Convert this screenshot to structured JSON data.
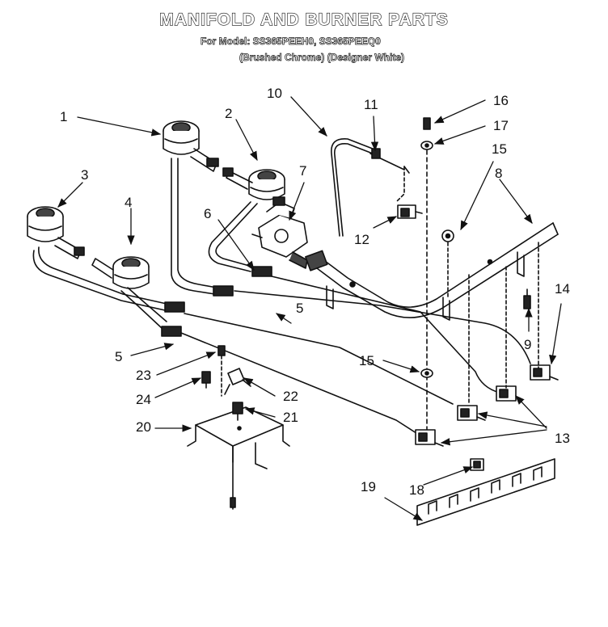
{
  "title": "MANIFOLD AND BURNER PARTS",
  "model_line": "For Model: SS365PEEH0, SS365PEEQ0",
  "finish_line": "(Brushed Chrome) (Designer White)",
  "callouts": [
    {
      "id": "c1",
      "text": "1"
    },
    {
      "id": "c2",
      "text": "2"
    },
    {
      "id": "c3",
      "text": "3"
    },
    {
      "id": "c4",
      "text": "4"
    },
    {
      "id": "c5a",
      "text": "5"
    },
    {
      "id": "c5b",
      "text": "5"
    },
    {
      "id": "c6",
      "text": "6"
    },
    {
      "id": "c7",
      "text": "7"
    },
    {
      "id": "c8",
      "text": "8"
    },
    {
      "id": "c9",
      "text": "9"
    },
    {
      "id": "c10",
      "text": "10"
    },
    {
      "id": "c11",
      "text": "11"
    },
    {
      "id": "c12",
      "text": "12"
    },
    {
      "id": "c13",
      "text": "13"
    },
    {
      "id": "c14",
      "text": "14"
    },
    {
      "id": "c15a",
      "text": "15"
    },
    {
      "id": "c15b",
      "text": "15"
    },
    {
      "id": "c16",
      "text": "16"
    },
    {
      "id": "c17",
      "text": "17"
    },
    {
      "id": "c18",
      "text": "18"
    },
    {
      "id": "c19",
      "text": "19"
    },
    {
      "id": "c20",
      "text": "20"
    },
    {
      "id": "c21",
      "text": "21"
    },
    {
      "id": "c22",
      "text": "22"
    },
    {
      "id": "c23",
      "text": "23"
    },
    {
      "id": "c24",
      "text": "24"
    }
  ]
}
